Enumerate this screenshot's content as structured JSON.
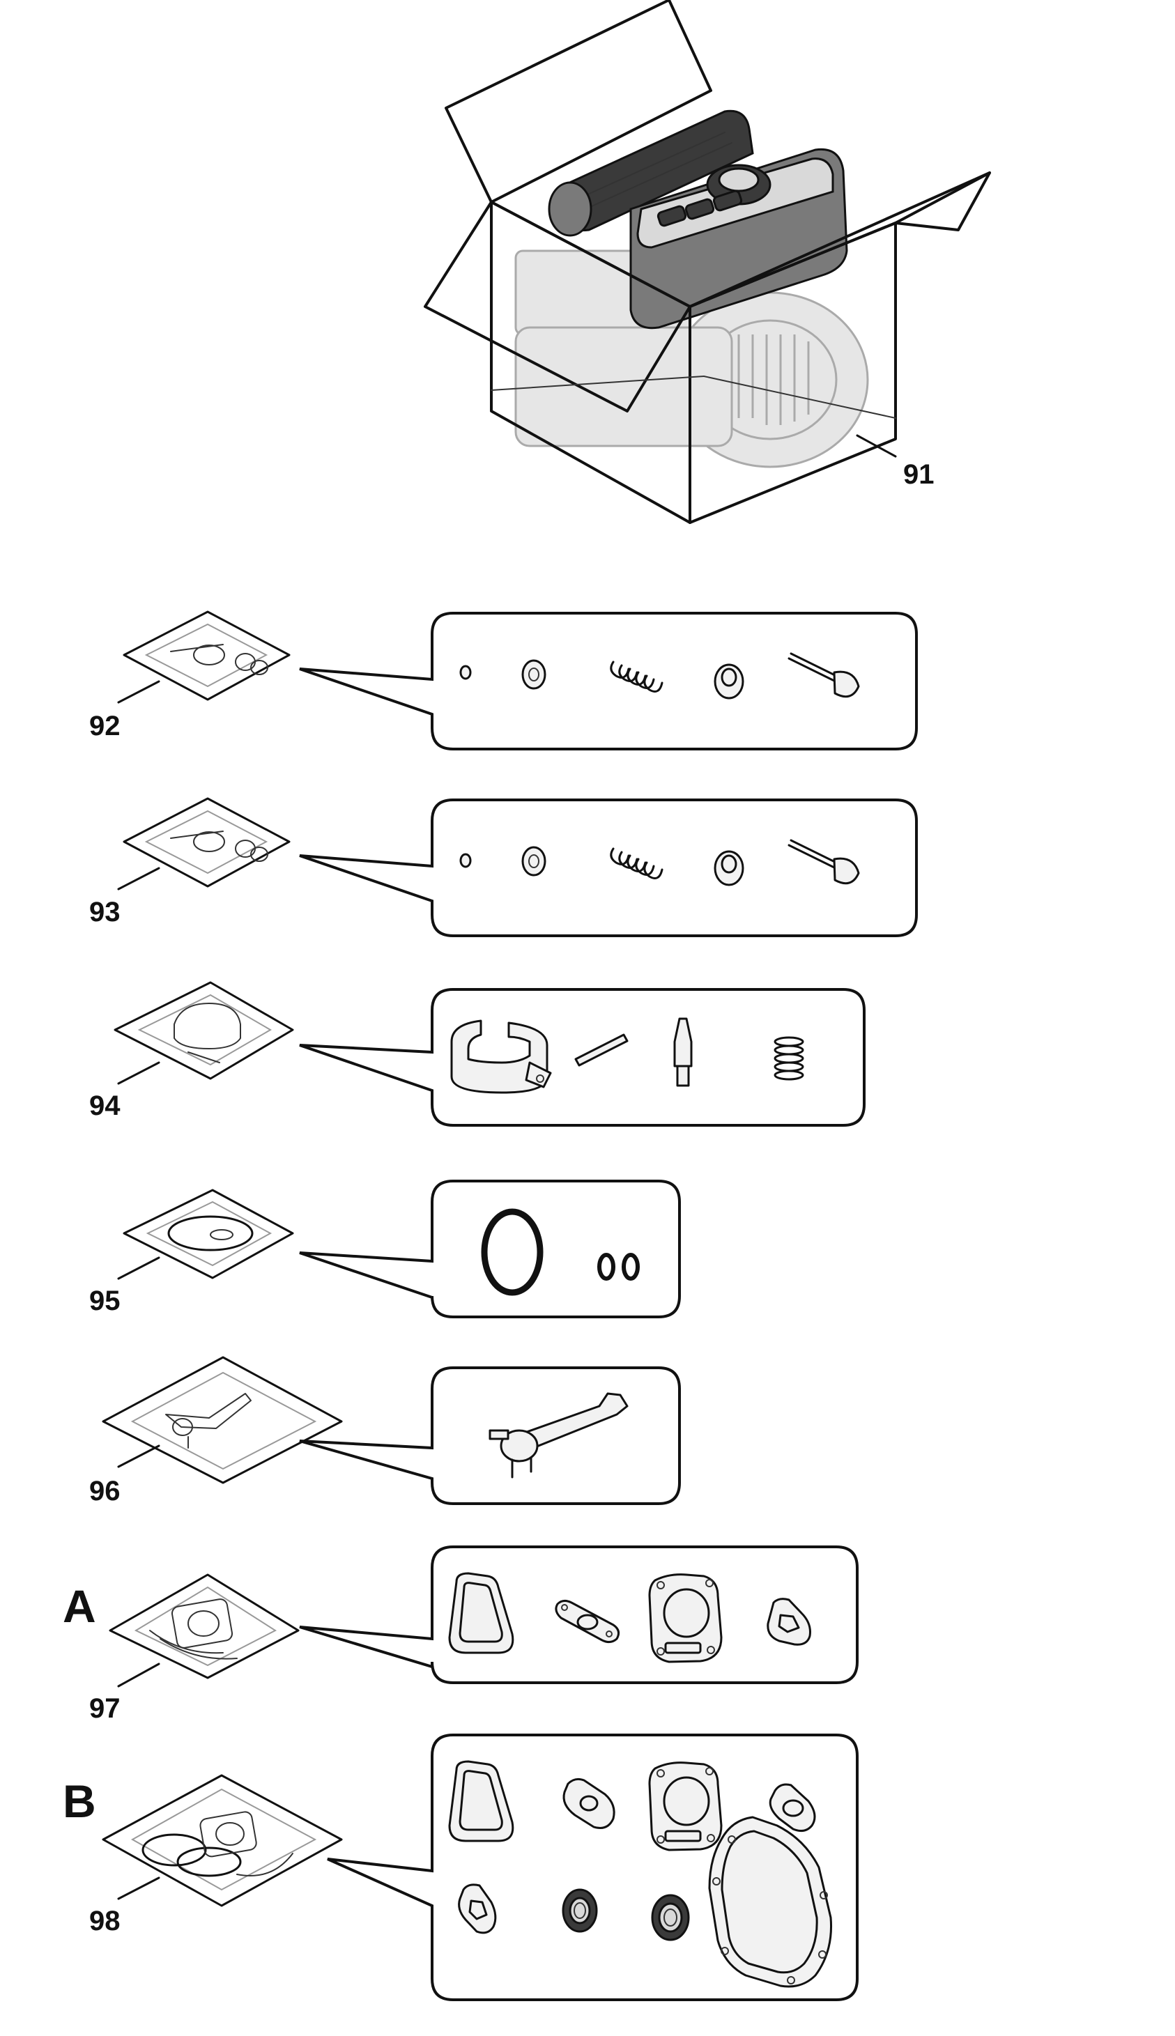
{
  "callouts": [
    {
      "id": "91",
      "label": "91"
    },
    {
      "id": "92",
      "label": "92"
    },
    {
      "id": "93",
      "label": "93"
    },
    {
      "id": "94",
      "label": "94"
    },
    {
      "id": "95",
      "label": "95"
    },
    {
      "id": "96",
      "label": "96"
    },
    {
      "id": "97",
      "label": "97"
    },
    {
      "id": "98",
      "label": "98"
    }
  ],
  "letters": [
    "A",
    "B"
  ],
  "icons": {
    "box": "engine-box-icon",
    "bag": "parts-bag-icon",
    "cotter": "cotter-icon",
    "retainer": "valve-retainer-icon",
    "spring": "valve-spring-icon",
    "seal": "valve-seal-icon",
    "valve": "valve-icon",
    "float": "carburetor-float-icon",
    "pin": "float-pin-icon",
    "needle": "float-needle-icon",
    "o_ring": "o-ring-icon",
    "lever": "choke-lever-icon",
    "gasket": "gasket-icon",
    "oil_seal": "oil-seal-icon",
    "crankcase_gasket": "crankcase-gasket-icon"
  }
}
